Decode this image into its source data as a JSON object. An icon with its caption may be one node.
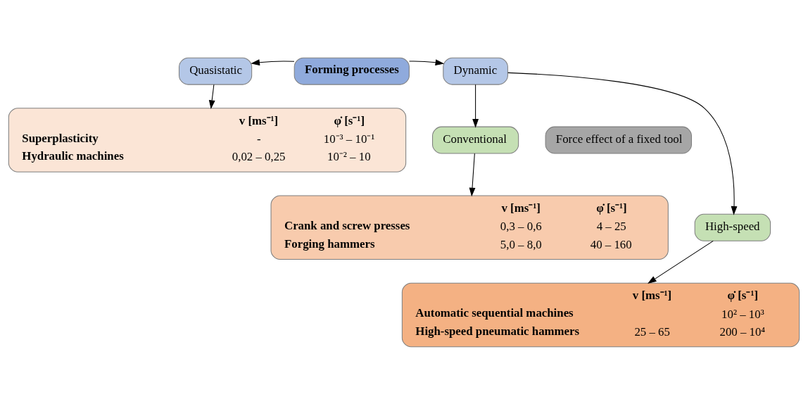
{
  "diagram": {
    "nodes": [
      {
        "text": [
          "Forming processes"
        ]
      },
      {
        "text": [
          "Quasistatic"
        ]
      },
      {
        "text": [
          "Dynamic"
        ]
      },
      {
        "text": [
          "Conventional"
        ]
      },
      {
        "text": [
          "High-speed"
        ]
      },
      {
        "text": [
          "v [ms⁻¹]",
          "φ̇ [s⁻¹]",
          "Superplasticity",
          "-",
          "10⁻³ – 10⁻¹",
          "Hydraulic machines",
          "0,02 – 0,25",
          "10⁻² – 10"
        ]
      },
      {
        "text": [
          "v [ms⁻¹]",
          "φ̇ [s⁻¹]",
          "Crank and screw presses",
          "0,3 – 0,6",
          "4 – 25",
          "Forging hammers",
          "5,0 – 8,0",
          "40 – 160"
        ]
      },
      {
        "text": [
          "v [ms⁻¹]",
          "φ̇ [s⁻¹]",
          "Automatic sequential machines",
          "10² – 10³",
          "High-speed pneumatic hammers",
          "25 – 65",
          "200 – 10⁴"
        ]
      },
      {
        "text": [
          "Force effect of a fixed tool"
        ]
      }
    ],
    "edges": [
      {
        "from": 0,
        "to": 1,
        "arrow": "to"
      },
      {
        "from": 0,
        "to": 2,
        "arrow": "to"
      },
      {
        "from": 1,
        "to": 5,
        "arrow": "to"
      },
      {
        "from": 2,
        "to": 3,
        "arrow": "to"
      },
      {
        "from": 2,
        "to": 4,
        "arrow": "to"
      },
      {
        "from": 3,
        "to": 6,
        "arrow": "to"
      },
      {
        "from": 4,
        "to": 7,
        "arrow": "to"
      }
    ]
  }
}
